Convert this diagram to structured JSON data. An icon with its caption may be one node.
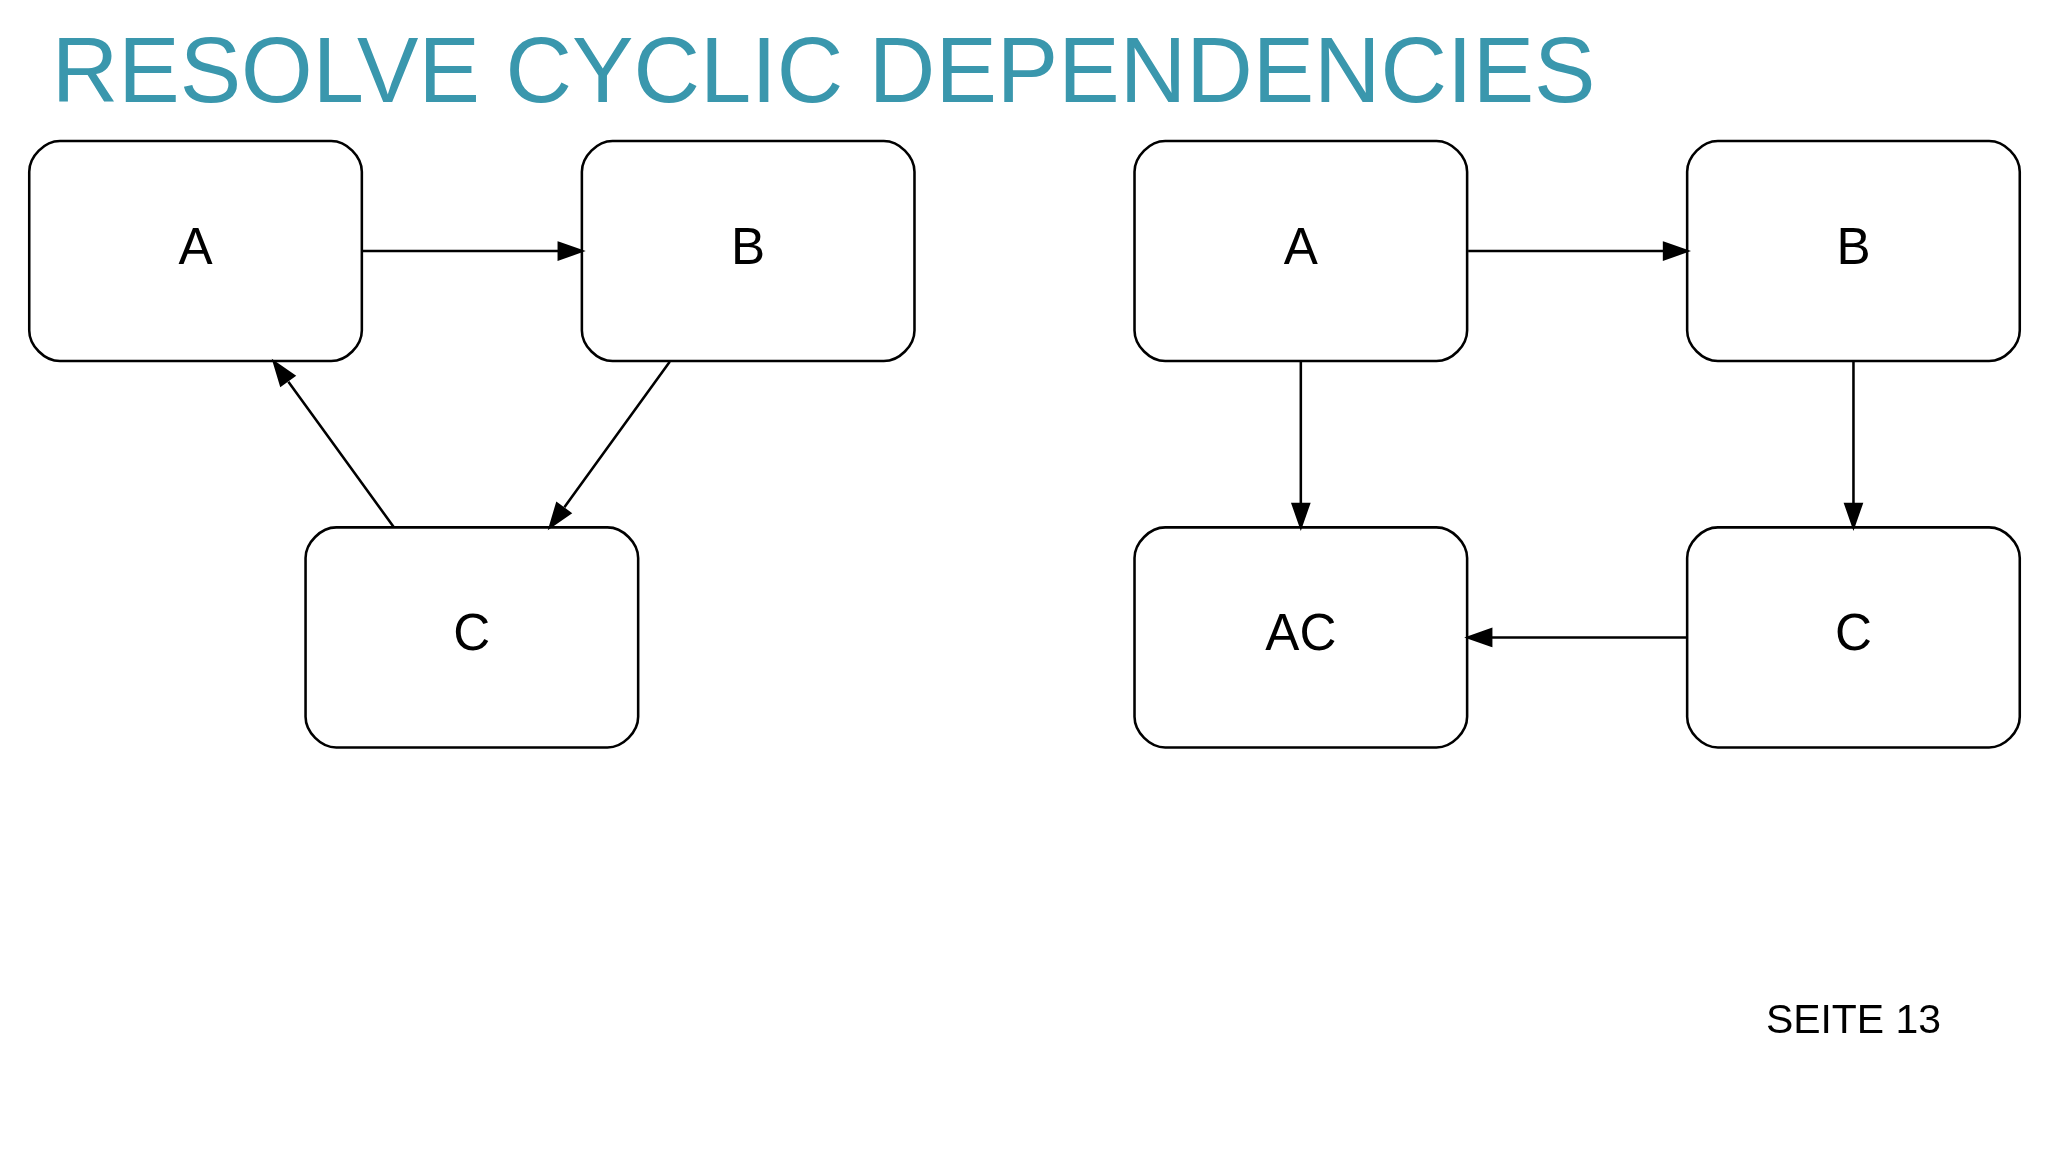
{
  "diagram": {
    "title": "RESOLVE CYCLIC DEPENDENCIES",
    "nodes": [
      {
        "text": [
          "A"
        ]
      },
      {
        "text": [
          "B"
        ]
      },
      {
        "text": [
          "C"
        ]
      },
      {
        "text": [
          "A"
        ]
      },
      {
        "text": [
          "B"
        ]
      },
      {
        "text": [
          "AC"
        ]
      },
      {
        "text": [
          "C"
        ]
      }
    ],
    "edges": [
      {
        "from": 0,
        "to": 1,
        "arrow": "to"
      },
      {
        "from": 1,
        "to": 2,
        "arrow": "to"
      },
      {
        "from": 2,
        "to": 0,
        "arrow": "to"
      },
      {
        "from": 3,
        "to": 4,
        "arrow": "to"
      },
      {
        "from": 3,
        "to": 5,
        "arrow": "to"
      },
      {
        "from": 4,
        "to": 6,
        "arrow": "to"
      },
      {
        "from": 6,
        "to": 5,
        "arrow": "to"
      }
    ],
    "labels": [
      "SEITE 13"
    ]
  }
}
